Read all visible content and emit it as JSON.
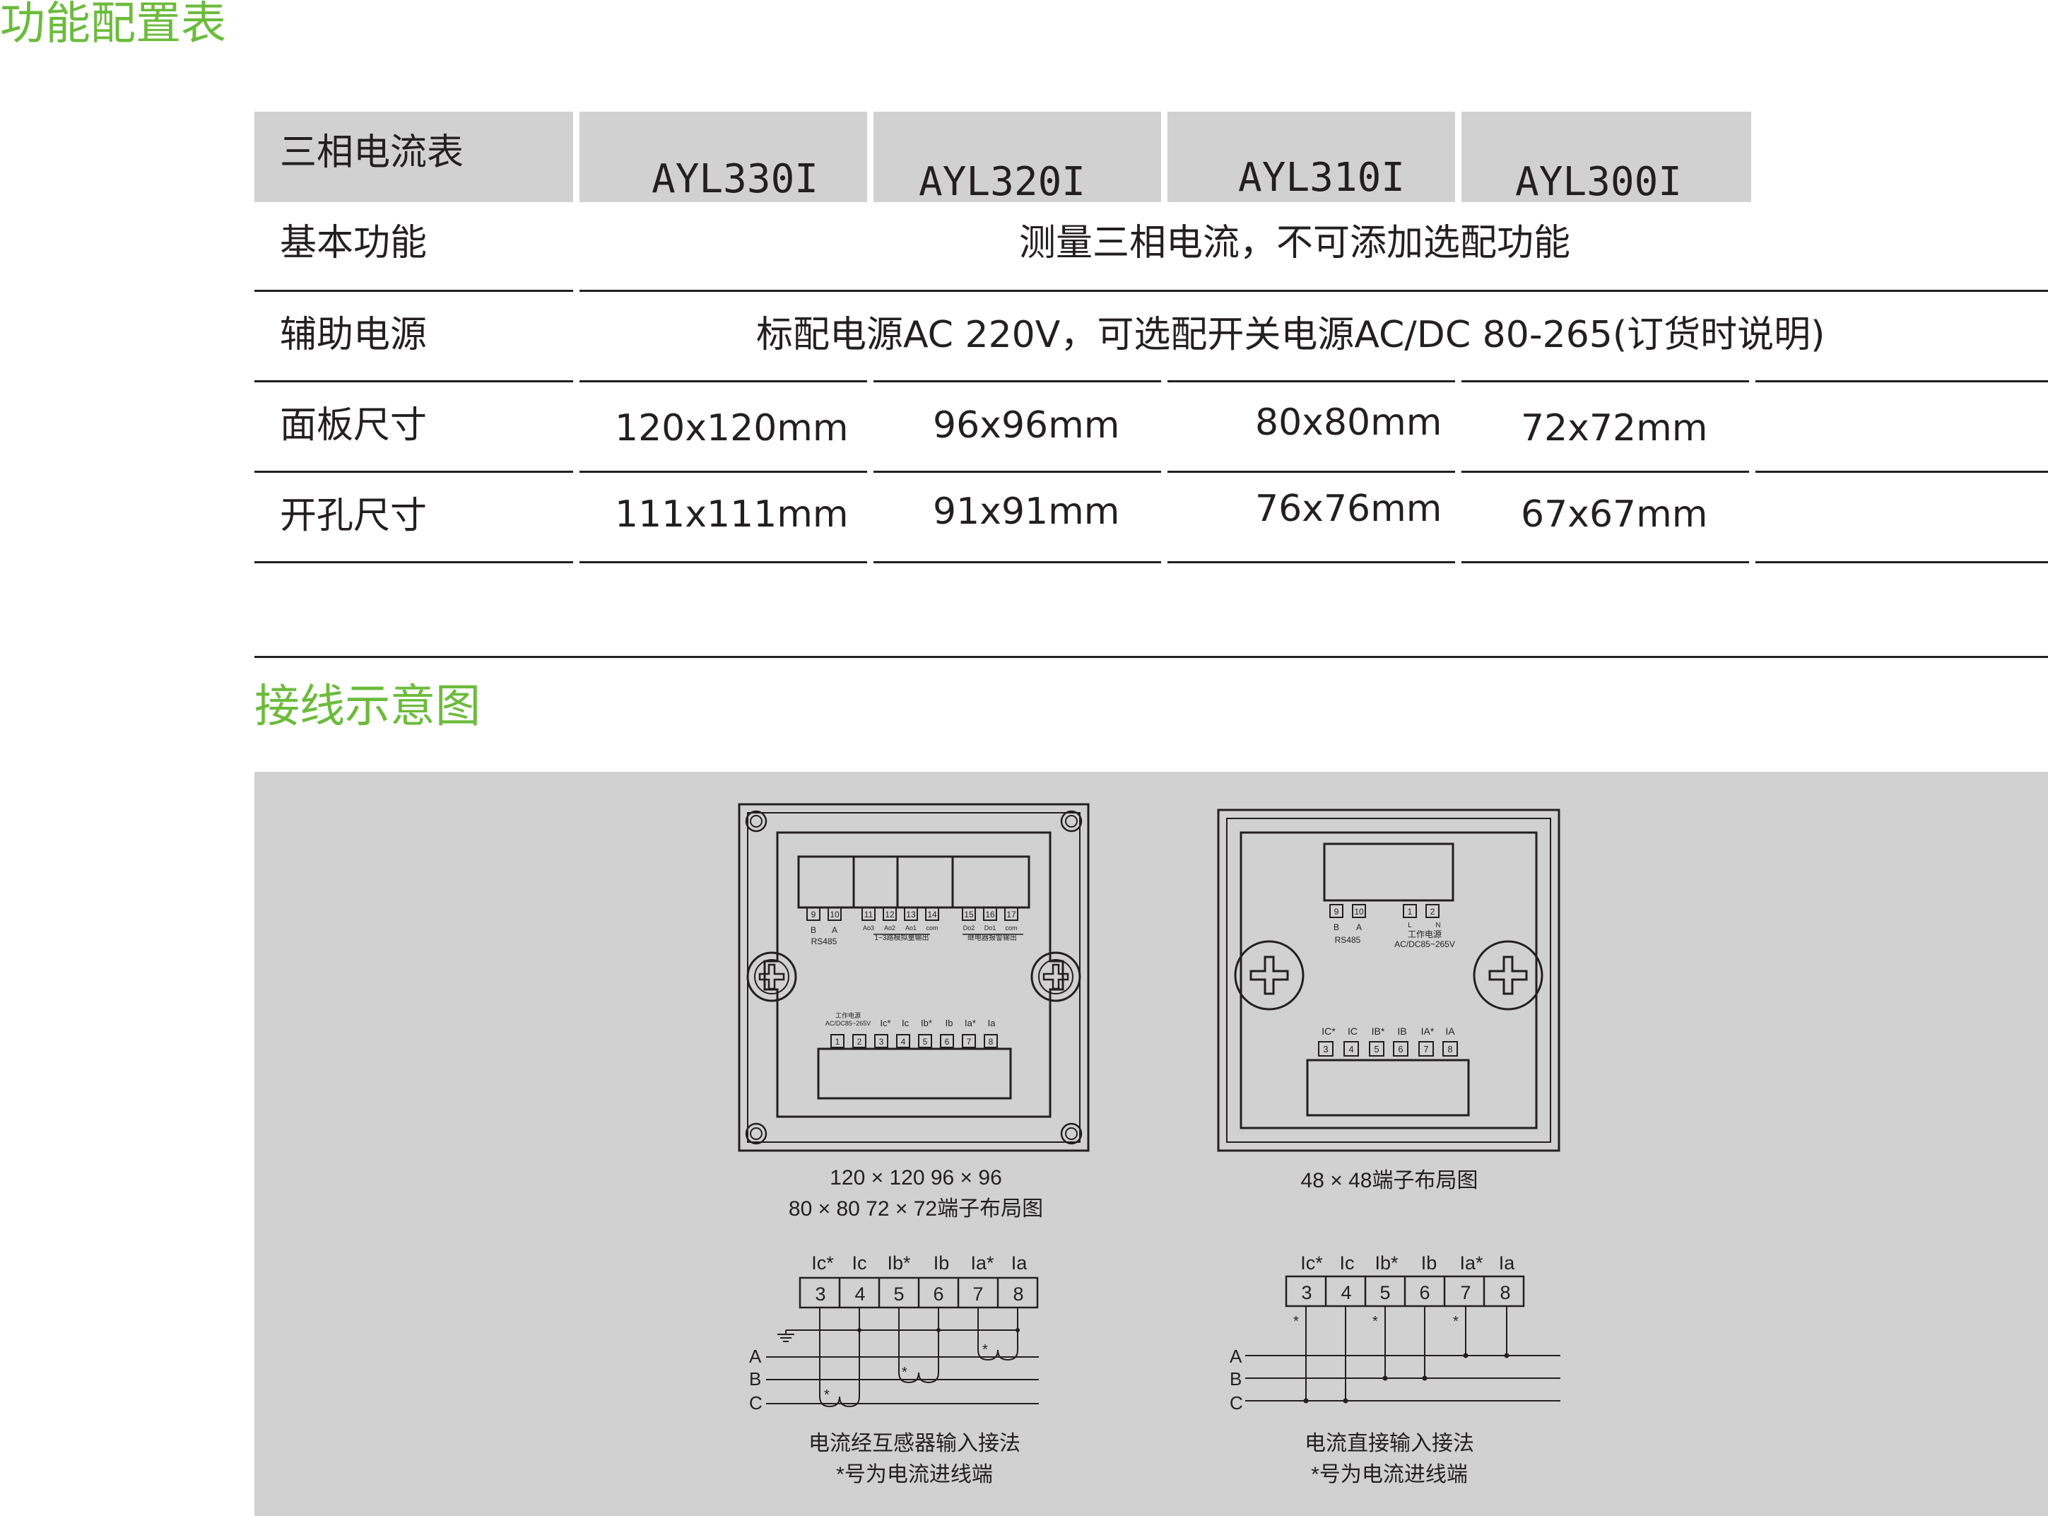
{
  "section1_title": "功能配置表",
  "section2_title": "接线示意图",
  "table": {
    "header_label": "三相电流表",
    "models": [
      "AYL330I",
      "AYL320I",
      "AYL310I",
      "AYL300I"
    ],
    "rows": [
      {
        "label": "基本功能",
        "span_value": "测量三相电流，不可添加选配功能"
      },
      {
        "label": "辅助电源",
        "span_value": "标配电源AC 220V，可选配开关电源AC/DC 80-265(订货时说明)"
      },
      {
        "label": "面板尺寸",
        "values": [
          "120x120mm",
          "96x96mm",
          "80x80mm",
          "72x72mm"
        ]
      },
      {
        "label": "开孔尺寸",
        "values": [
          "111x111mm",
          "91x91mm",
          "76x76mm",
          "67x67mm"
        ]
      }
    ]
  },
  "diagram_left": {
    "top_terminals": [
      "9",
      "10",
      "11",
      "12",
      "13",
      "14",
      "15",
      "16",
      "17"
    ],
    "rs485_labels": [
      "B",
      "A"
    ],
    "rs485": "RS485",
    "analog_label": "1~3路模拟量输出",
    "analog_sub": [
      "Ao3",
      "Ao2",
      "Ao1",
      "com"
    ],
    "relay_label": "继电器报警输出",
    "relay_sub": [
      "Do2",
      "Do1",
      "com"
    ],
    "power_label": "工作电源",
    "power_spec": "AC/DC85~265V",
    "bottom_terminals": [
      "1",
      "2",
      "3",
      "4",
      "5",
      "6",
      "7",
      "8"
    ],
    "bottom_labels": [
      "Ic*",
      "Ic",
      "Ib*",
      "Ib",
      "Ia*",
      "Ia"
    ],
    "caption_line1": "120 × 120  96 × 96",
    "caption_line2": "80 × 80 72 × 72端子布局图"
  },
  "diagram_right": {
    "top_terminals": [
      "9",
      "10",
      "1",
      "2"
    ],
    "rs485_labels": [
      "B",
      "A"
    ],
    "rs485": "RS485",
    "power_pins": [
      "L",
      "N"
    ],
    "power_label": "工作电源",
    "power_spec": "AC/DC85~265V",
    "bottom_terminals": [
      "3",
      "4",
      "5",
      "6",
      "7",
      "8"
    ],
    "bottom_labels": [
      "IC*",
      "IC",
      "IB*",
      "IB",
      "IA*",
      "IA"
    ],
    "caption": "48 × 48端子布局图"
  },
  "wiring_left": {
    "labels": [
      "Ic*",
      "Ic",
      "Ib*",
      "Ib",
      "Ia*",
      "Ia"
    ],
    "terminals": [
      "3",
      "4",
      "5",
      "6",
      "7",
      "8"
    ],
    "phases": [
      "A",
      "B",
      "C"
    ],
    "star": "*",
    "caption_line1": "电流经互感器输入接法",
    "caption_line2": "*号为电流进线端"
  },
  "wiring_right": {
    "labels": [
      "Ic*",
      "Ic",
      "Ib*",
      "Ib",
      "Ia*",
      "Ia"
    ],
    "terminals": [
      "3",
      "4",
      "5",
      "6",
      "7",
      "8"
    ],
    "phases": [
      "A",
      "B",
      "C"
    ],
    "star": "*",
    "caption_line1": "电流直接输入接法",
    "caption_line2": "*号为电流进线端"
  }
}
